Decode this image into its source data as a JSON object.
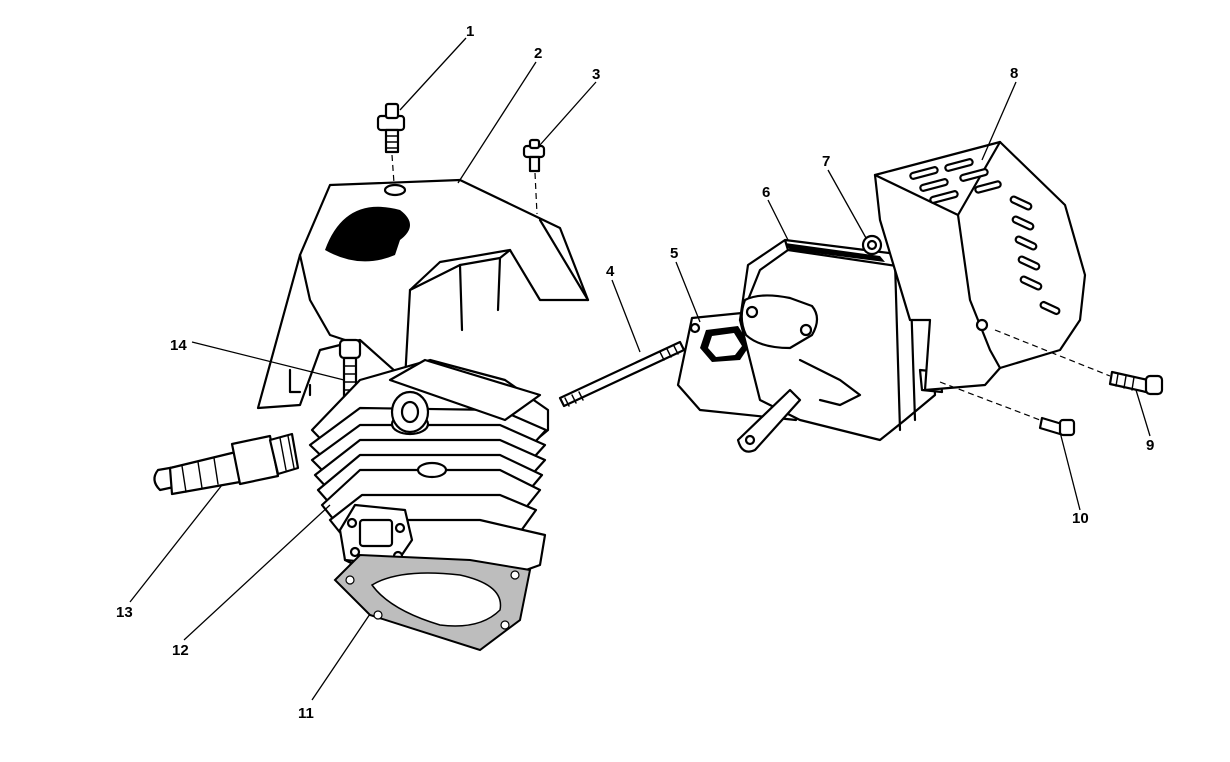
{
  "diagram": {
    "callouts": [
      {
        "id": "1",
        "text": "1"
      },
      {
        "id": "2",
        "text": "2"
      },
      {
        "id": "3",
        "text": "3"
      },
      {
        "id": "4",
        "text": "4"
      },
      {
        "id": "5",
        "text": "5"
      },
      {
        "id": "6",
        "text": "6"
      },
      {
        "id": "7",
        "text": "7"
      },
      {
        "id": "8",
        "text": "8"
      },
      {
        "id": "9",
        "text": "9"
      },
      {
        "id": "10",
        "text": "10"
      },
      {
        "id": "11",
        "text": "11"
      },
      {
        "id": "12",
        "text": "12"
      },
      {
        "id": "13",
        "text": "13"
      },
      {
        "id": "14",
        "text": "14"
      }
    ],
    "parts": {
      "screw_top": "screw",
      "cylinder_cover": "cylinder-cover",
      "screw_small": "screw",
      "stud": "stud",
      "muffler_gasket": "gasket",
      "muffler": "muffler",
      "nut": "nut",
      "muffler_shield": "muffler-shield",
      "shield_screw": "screw",
      "muffler_screw": "screw",
      "base_gasket": "gasket",
      "cylinder": "cylinder",
      "spark_plug": "spark-plug",
      "cylinder_screw": "screw"
    }
  }
}
